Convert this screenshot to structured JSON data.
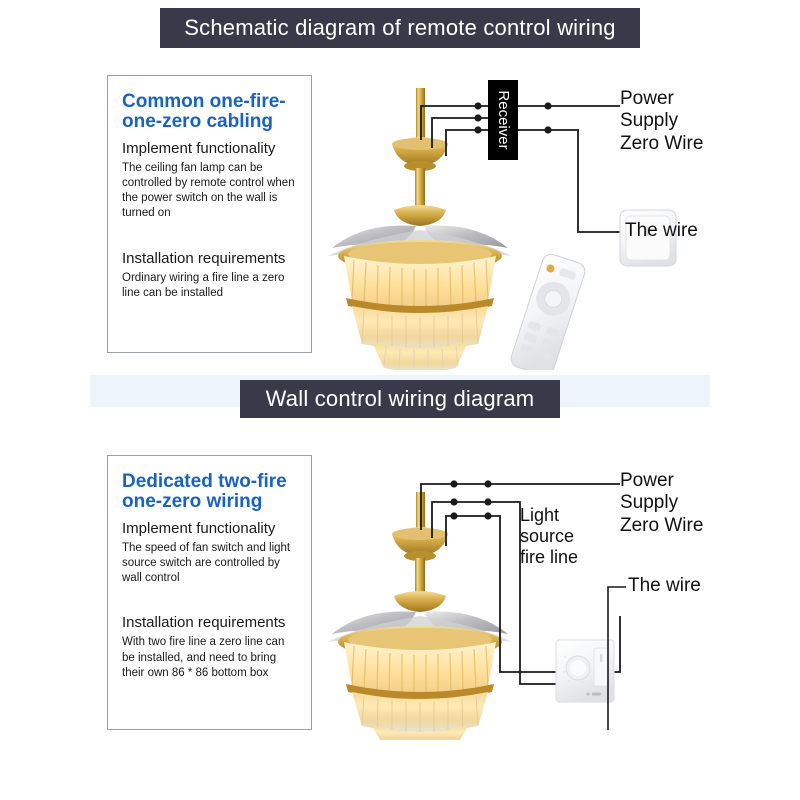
{
  "sections": [
    {
      "header": "Schematic diagram of remote control wiring",
      "panel": {
        "title": "Common one-fire-one-zero cabling",
        "sub1": "Implement functionality",
        "body1": "The ceiling fan lamp can be controlled by remote control when the power switch on the wall is turned on",
        "sub2": "Installation requirements",
        "body2": "Ordinary wiring a fire line a zero line can be installed"
      },
      "diagram": {
        "receiver_label": "Receiver",
        "labels": {
          "power": "Power\nSupply\nZero Wire",
          "wire": "The wire"
        },
        "device": "crystal-ceiling-fan-lamp",
        "control": "remote-control",
        "switch": "wall-rocker-switch"
      }
    },
    {
      "header": "Wall control wiring diagram",
      "panel": {
        "title": "Dedicated two-fire one-zero wiring",
        "sub1": "Implement functionality",
        "body1": "The speed of fan switch and light source switch are controlled by wall control",
        "sub2": "Installation requirements",
        "body2": " With two fire line a zero line can be installed, and need to bring their own 86 * 86 bottom box"
      },
      "diagram": {
        "labels": {
          "power": "Power\nSupply\nZero Wire",
          "light_source": "Light\nsource\nfire line",
          "wire": "The wire"
        },
        "device": "crystal-ceiling-fan-lamp",
        "control": "wall-control-panel"
      }
    }
  ],
  "colors": {
    "banner_bg": "#383a4a",
    "banner_text": "#ffffff",
    "band_bg": "#eef4fc",
    "title_blue": "#1862c4",
    "panel_border": "#9aa0a6",
    "wire": "#1a1a1a",
    "gold": "#c9a227"
  }
}
